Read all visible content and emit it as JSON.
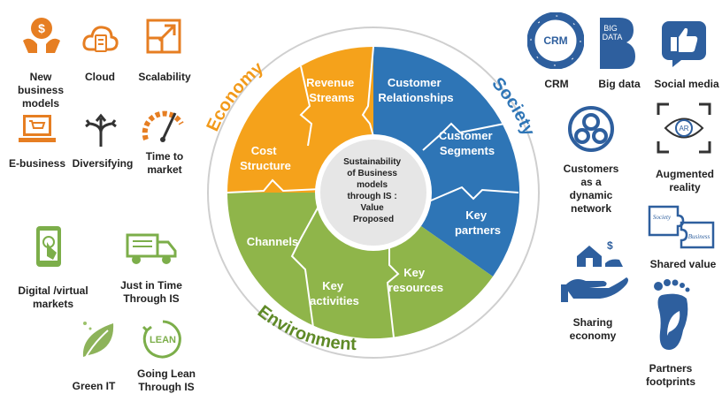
{
  "center": {
    "lines": [
      "Sustainability",
      "of Business",
      "models",
      "through IS :",
      "Value",
      "Proposed"
    ]
  },
  "ring": {
    "economy": "Economy",
    "society": "Society",
    "environment": "Environment"
  },
  "segments": {
    "revenue_streams": [
      "Revenue",
      "Streams"
    ],
    "customer_relationships": [
      "Customer",
      "Relationships"
    ],
    "customer_segments": [
      "Customer",
      "Segments"
    ],
    "key_partners": [
      "Key",
      "partners"
    ],
    "key_resources": [
      "Key",
      "resources"
    ],
    "key_activities": [
      "Key",
      "activities"
    ],
    "channels": [
      "Channels"
    ],
    "cost_structure": [
      "Cost",
      "Structure"
    ]
  },
  "colors": {
    "economy": "#f5a21b",
    "society": "#2e75b6",
    "environment": "#8fb54a",
    "ring_text_economy": "#f29a1a",
    "ring_text_society": "#2e75b6",
    "ring_text_environment": "#5f8a27",
    "icon_orange": "#e67e22",
    "icon_green": "#7cae4a",
    "icon_blue": "#2e5f9e"
  },
  "left_labels": {
    "new_business_models": "New\nbusiness\nmodels",
    "cloud": "Cloud",
    "scalability": "Scalability",
    "e_business": "E-business",
    "diversifying": "Diversifying",
    "time_to_market": "Time to\nmarket",
    "digital_markets": "Digital /virtual\nmarkets",
    "just_in_time": "Just in Time\nThrough IS",
    "green_it": "Green IT",
    "going_lean": "Going Lean\nThrough IS"
  },
  "right_labels": {
    "crm": "CRM",
    "big_data": "Big data",
    "social_media": "Social media",
    "customers_network": "Customers\nas a\ndynamic\nnetwork",
    "augmented_reality": "Augmented\nreality",
    "shared_value": "Shared value",
    "sharing_economy": "Sharing\neconomy",
    "partners_footprints": "Partners\nfootprints"
  },
  "icon_text": {
    "crm": "CRM",
    "big_data_1": "BIG",
    "big_data_2": "DATA",
    "lean": "LEAN",
    "ar": "AR",
    "puzzle_society": "Society",
    "puzzle_business": "Business",
    "dollar": "$"
  }
}
